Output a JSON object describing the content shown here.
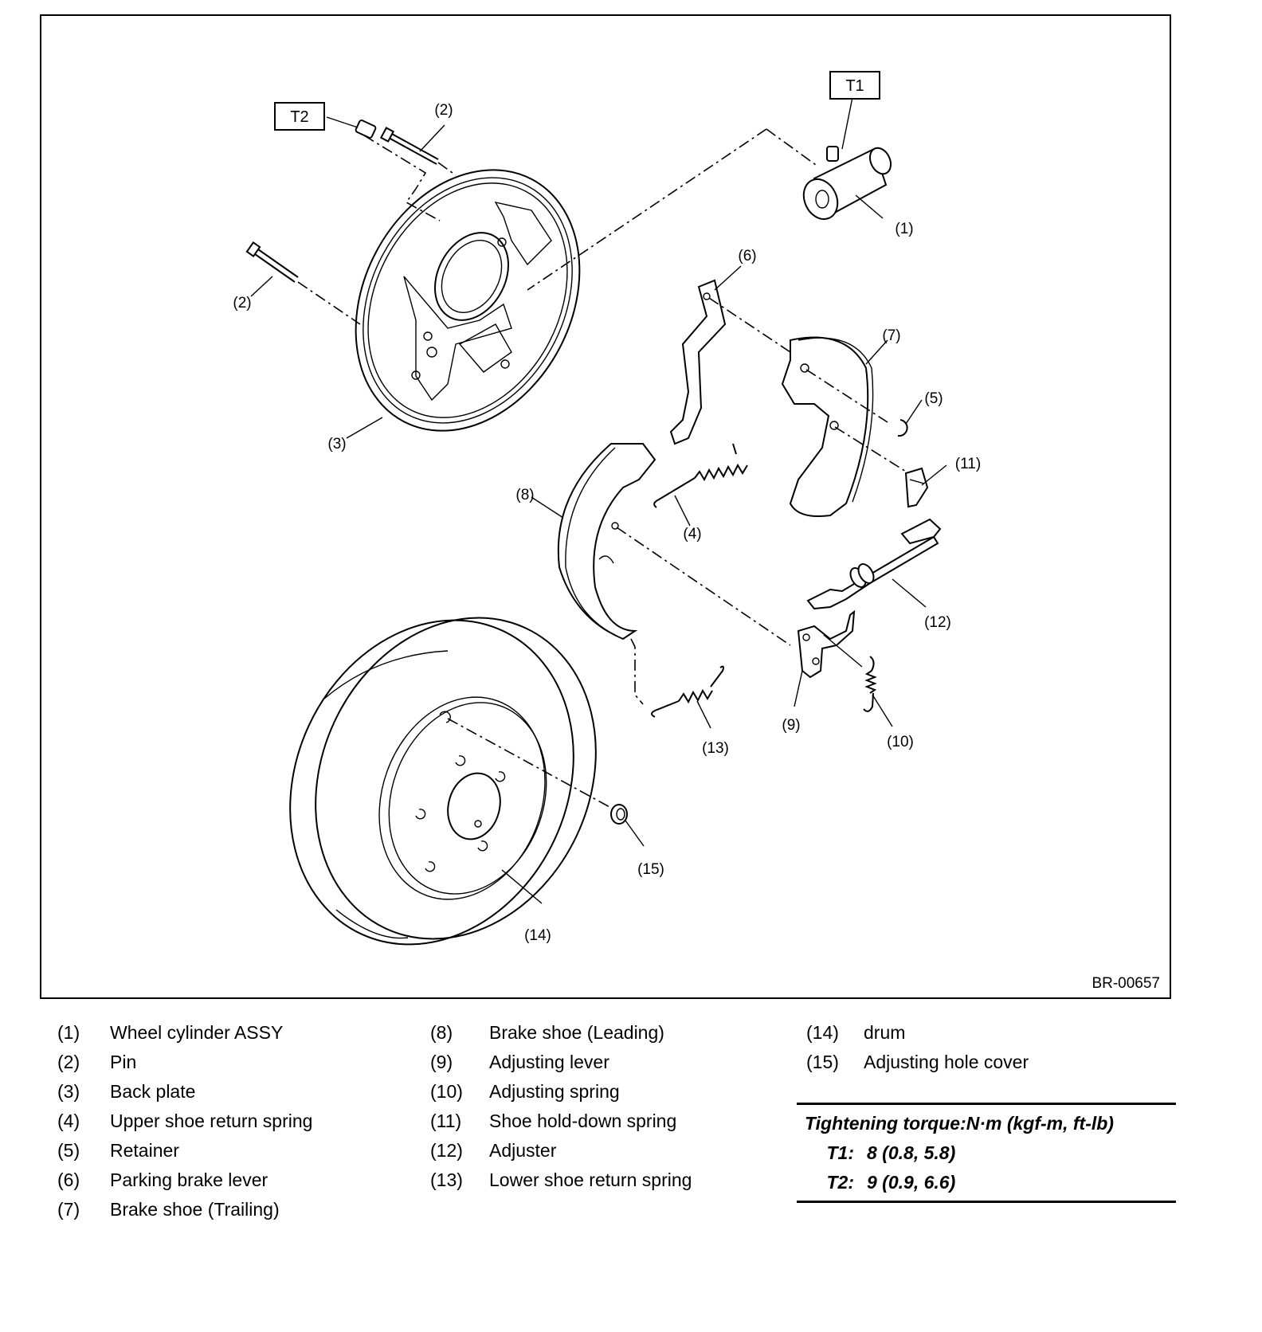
{
  "figure": {
    "code": "BR-00657",
    "torque_tags": {
      "t1": "T1",
      "t2": "T2"
    },
    "callouts": {
      "c1": "(1)",
      "c2a": "(2)",
      "c2b": "(2)",
      "c3": "(3)",
      "c4": "(4)",
      "c5": "(5)",
      "c6": "(6)",
      "c7": "(7)",
      "c8": "(8)",
      "c9": "(9)",
      "c10": "(10)",
      "c11": "(11)",
      "c12": "(12)",
      "c13": "(13)",
      "c14": "(14)",
      "c15": "(15)"
    }
  },
  "legend": [
    {
      "num": "(1)",
      "label": "Wheel cylinder ASSY"
    },
    {
      "num": "(2)",
      "label": "Pin"
    },
    {
      "num": "(3)",
      "label": "Back plate"
    },
    {
      "num": "(4)",
      "label": "Upper shoe return spring"
    },
    {
      "num": "(5)",
      "label": "Retainer"
    },
    {
      "num": "(6)",
      "label": "Parking brake lever"
    },
    {
      "num": "(7)",
      "label": "Brake shoe (Trailing)"
    },
    {
      "num": "(8)",
      "label": "Brake shoe (Leading)"
    },
    {
      "num": "(9)",
      "label": "Adjusting lever"
    },
    {
      "num": "(10)",
      "label": "Adjusting spring"
    },
    {
      "num": "(11)",
      "label": "Shoe hold-down spring"
    },
    {
      "num": "(12)",
      "label": "Adjuster"
    },
    {
      "num": "(13)",
      "label": "Lower shoe return spring"
    },
    {
      "num": "(14)",
      "label": "drum"
    },
    {
      "num": "(15)",
      "label": "Adjusting hole cover"
    }
  ],
  "torque": {
    "title": "Tightening torque:N·m (kgf-m, ft-lb)",
    "rows": [
      {
        "key": "T1:",
        "value": "8 (0.8, 5.8)"
      },
      {
        "key": "T2:",
        "value": "9 (0.9, 6.6)"
      }
    ]
  }
}
